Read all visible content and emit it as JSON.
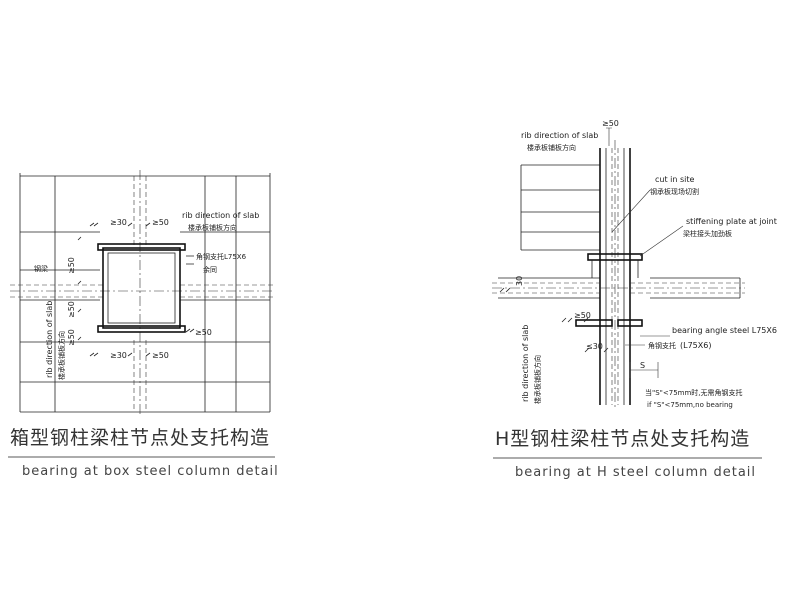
{
  "left_detail": {
    "title_cn": "箱型钢柱梁柱节点处支托构造",
    "title_en": "bearing at box steel column detail",
    "labels": {
      "dim_30_top": "≥30",
      "dim_50_top": "≥50",
      "rib_direction_en": "rib direction of slab",
      "rib_direction_cn": "楼承板铺板方向",
      "dim_50_left_upper": "≥50",
      "steel_beam_cn": "钢梁",
      "dim_50_left_mid": "≥50",
      "angle_support_cn": "角钢支托L75X6",
      "surround_cn": "余同",
      "dim_50_left_lower": "≥50",
      "dim_50_right": "≥50",
      "dim_30_bottom": "≥30",
      "dim_50_bottom": "≥50",
      "rib_direction_vertical_en": "rib direction of slab",
      "rib_direction_vertical_cn": "楼承板铺板方向"
    }
  },
  "right_detail": {
    "title_cn": "H型钢柱梁柱节点处支托构造",
    "title_en": "bearing at H steel column detail",
    "labels": {
      "dim_50_top": "≥50",
      "rib_direction_en": "rib direction of slab",
      "rib_direction_cn": "楼承板铺板方向",
      "cut_in_site_en": "cut in site",
      "cut_in_site_cn": "钢承板现场切割",
      "stiffening_plate_en": "stiffening plate at joint",
      "stiffening_plate_cn": "梁柱接头加劲板",
      "dim_30": "30",
      "dim_50_mid": "≥50",
      "dim_30_low": "≤30",
      "bearing_angle_en": "bearing angle steel L75X6",
      "bearing_angle_cn": "角钢支托",
      "bearing_angle_size": "(L75X6)",
      "dim_s": "S",
      "note_cn": "当\"S\"<75mm时,无需角钢支托",
      "note_en": "if \"S\"<75mm,no bearing",
      "rib_direction_vertical_en": "rib direction of slab",
      "rib_direction_vertical_cn": "楼承板铺板方向"
    }
  },
  "colors": {
    "line": "#222222",
    "background": "#ffffff"
  }
}
